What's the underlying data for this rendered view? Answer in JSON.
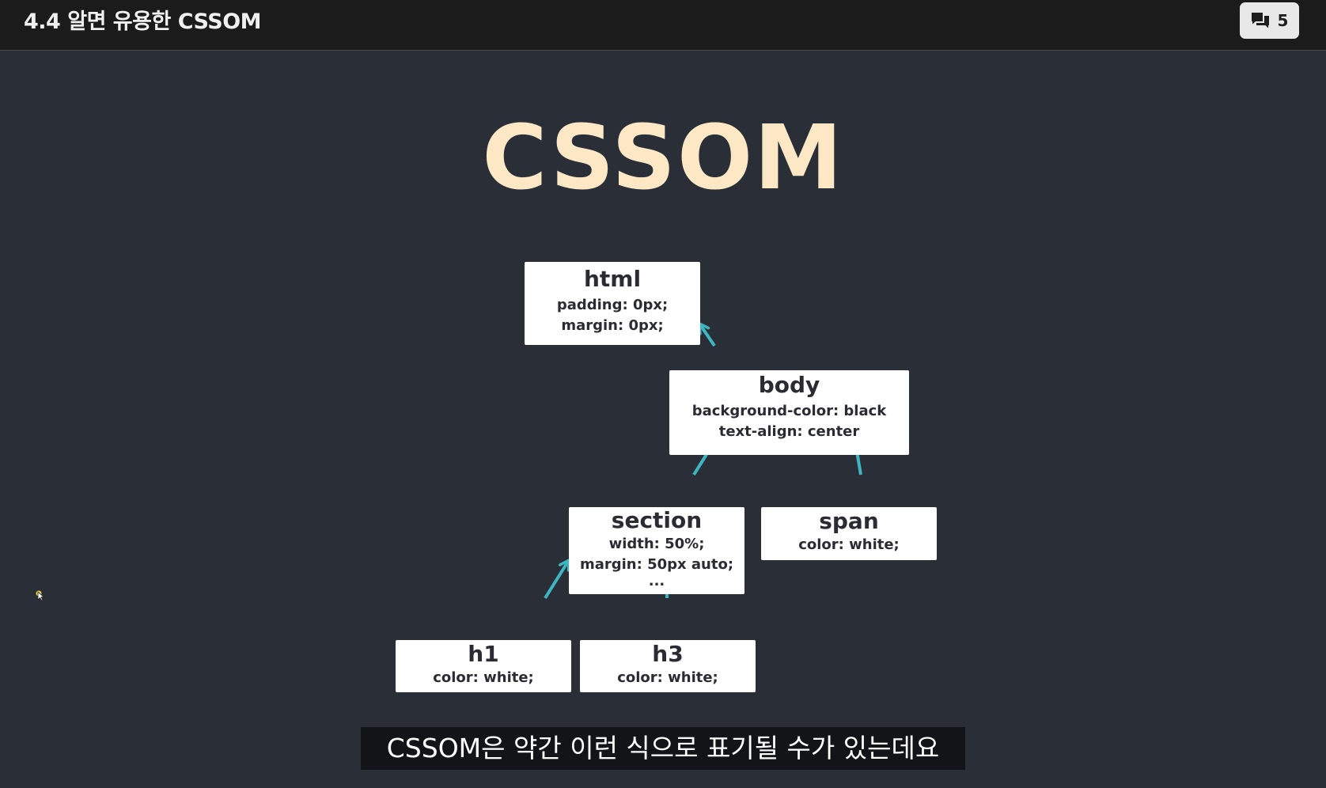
{
  "header": {
    "title": "4.4 알면 유용한 CSSOM",
    "comment_icon": "comment-icon",
    "comment_count": "5"
  },
  "slide": {
    "title": "CSSOM",
    "title_color": "#fde8c6",
    "arrow_color": "#3eb6c2",
    "nodes": {
      "html": {
        "name": "html",
        "props": [
          "padding: 0px;",
          "margin: 0px;"
        ]
      },
      "body": {
        "name": "body",
        "props": [
          "background-color: black",
          "text-align: center"
        ]
      },
      "section": {
        "name": "section",
        "props": [
          "width: 50%;",
          "margin: 50px auto;",
          "..."
        ]
      },
      "span": {
        "name": "span",
        "props": [
          "color: white;"
        ]
      },
      "h1": {
        "name": "h1",
        "props": [
          "color: white;"
        ]
      },
      "h3": {
        "name": "h3",
        "props": [
          "color: white;"
        ]
      }
    }
  },
  "subtitle": {
    "text": "CSSOM은 약간 이런 식으로 표기될 수가 있는데요"
  }
}
